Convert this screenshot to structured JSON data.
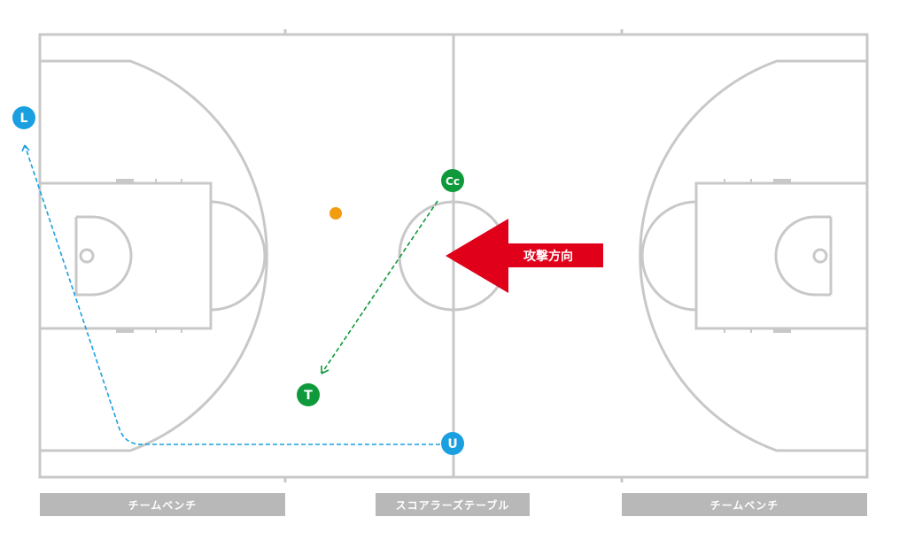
{
  "colors": {
    "court_line": "#c8c8c8",
    "player_blue": "#1aa0e0",
    "player_green": "#0e9a3a",
    "ball": "#f39c12",
    "arrow_red": "#e0001a",
    "bench_bar": "#b8b8b8"
  },
  "players": {
    "l": "L",
    "cc": "Cc",
    "t": "T",
    "u": "U"
  },
  "attack_direction_label": "攻撃方向",
  "bench_left_label": "チームベンチ",
  "scorer_table_label": "スコアラーズテーブル",
  "bench_right_label": "チームベンチ"
}
